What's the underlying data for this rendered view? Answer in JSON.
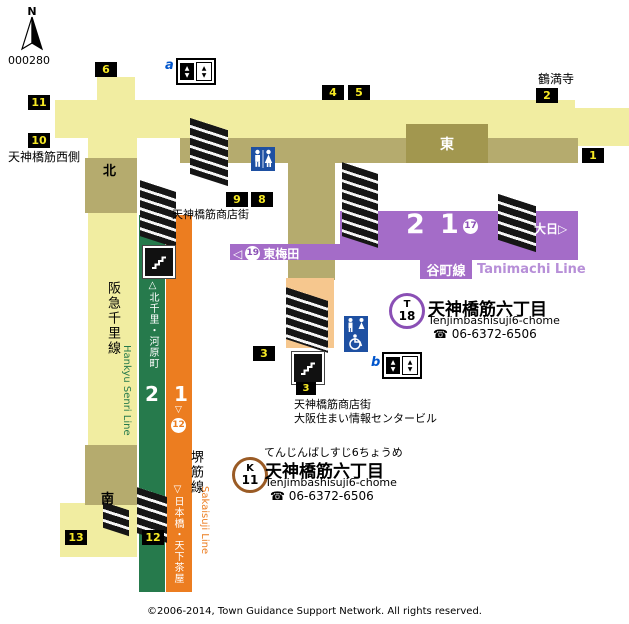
{
  "meta": {
    "compass_n": "N",
    "compass_id": "000280",
    "copyright": "©2006-2014, Town Guidance Support Network. All rights reserved."
  },
  "glyphs": {
    "up": "▲",
    "down": "▼"
  },
  "exits": {
    "e1": "1",
    "e2": "2",
    "e3": "3",
    "e3_stair": "3",
    "e4": "4",
    "e5": "5",
    "e6": "6",
    "e8": "8",
    "e9": "9",
    "e10": "10",
    "e11": "11",
    "e12": "12",
    "e13": "13"
  },
  "labels": {
    "tsurumanji": "鶴満寺",
    "nishigawa": "天神橋筋西側",
    "kita": "北",
    "minami": "南",
    "higashi": "東",
    "shotengai_upper": "天神橋筋商店街",
    "shotengai_lower": "天神橋筋商店街",
    "sumai_center": "大阪住まい情報センタービル"
  },
  "elevators": {
    "a": "a",
    "b": "b"
  },
  "tanimachi": {
    "line": "谷町線",
    "line_en": "Tanimachi Line",
    "platform2": "2",
    "platform1": "1",
    "car17": "17",
    "car19": "19",
    "dir_east": "大日▷",
    "dir_west_arrow": "◁",
    "dir_west": "東梅田",
    "station_letter": "T",
    "station_number": "18",
    "station_name": "天神橋筋六丁目",
    "station_name_en": "Tenjimbashisuji6-chome",
    "station_tel": "☎ 06-6372-6506"
  },
  "hankyu": {
    "line": "阪急千里線",
    "line_en": "Hankyu Senri Line",
    "direction": "△北千里・河原町",
    "platform2": "2"
  },
  "sakaisuji": {
    "line": "堺筋線",
    "line_en": "Sakaisuji Line",
    "direction": "▽日本橋・天下茶屋",
    "platform1": "1",
    "car12": "12",
    "car12_arrow": "▽",
    "station_kana": "てんじんばしすじ6ちょうめ",
    "station_letter": "K",
    "station_number": "11",
    "station_name": "天神橋筋六丁目",
    "station_name_en": "Tenjimbashisuji6-chome",
    "station_tel": "☎ 06-6372-6506"
  },
  "colors": {
    "corridor": "#f1eda1",
    "concourse": "#b5ab6e",
    "tanimachi_purple": "#a46cc8",
    "hankyu_green": "#267a4c",
    "sakaisuji_orange": "#ec7d20",
    "sakaisuji_brown": "#9a5b25",
    "exit_yellow": "#f6e925",
    "facility_blue": "#1e50a2"
  }
}
